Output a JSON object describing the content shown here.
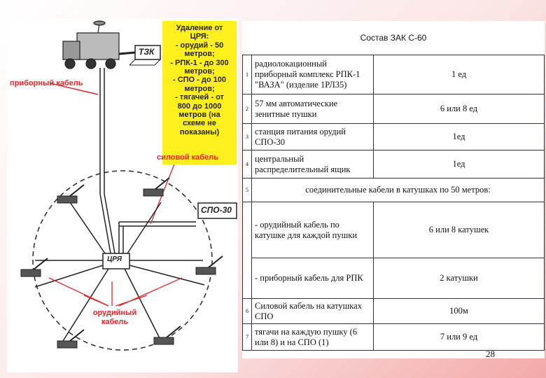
{
  "diagram": {
    "note_lines": [
      "Удаление от",
      "ЦРЯ:",
      "- орудий - 50",
      "метров;",
      "- РПК-1 - до 300",
      "метров;",
      "- СПО - до 100",
      "метров;",
      "- тягачей - от",
      "800 до 1000",
      "метров (на",
      "схеме не",
      "показаны)"
    ],
    "label_instrument_cable": "приборный кабель",
    "label_power_cable": "силовой кабель",
    "label_gun_cable_1": "орудийный",
    "label_gun_cable_2": "кабель",
    "box_tzk": "ТЗК",
    "box_spo": "СПО-30",
    "box_cry": "ЦРЯ"
  },
  "table": {
    "title": "Состав ЗАК С-60",
    "rows": [
      {
        "num": "1",
        "name": "радиолокационный приборный комплекс РПК-1 \"ВАЗА\" (изделие 1РЛ35)",
        "qty": "1 ед"
      },
      {
        "num": "2",
        "name": "57 мм автоматические зенитные пушки",
        "qty": "6 или 8 ед"
      },
      {
        "num": "3",
        "name": "станция питания орудий СПО-30",
        "qty": "1ед"
      },
      {
        "num": "4",
        "name": "центральный распределительный ящик",
        "qty": "1ед"
      },
      {
        "num": "5",
        "span": "соединительные кабели в катушках по 50 метров:"
      },
      {
        "num": "",
        "name": "- орудийный кабель по катушке для каждой пушки",
        "qty": "6 или 8 катушек"
      },
      {
        "num": "",
        "name": "- приборный кабель для РПК",
        "qty": "2 катушки"
      },
      {
        "num": "6",
        "name": "Силовой кабель на катушках СПО",
        "qty": "100м"
      },
      {
        "num": "7",
        "name": "тягачи на каждую пушку (6 или 8) и на СПО (1)",
        "qty": "7 или 9 ед"
      }
    ]
  },
  "page_number": "28"
}
